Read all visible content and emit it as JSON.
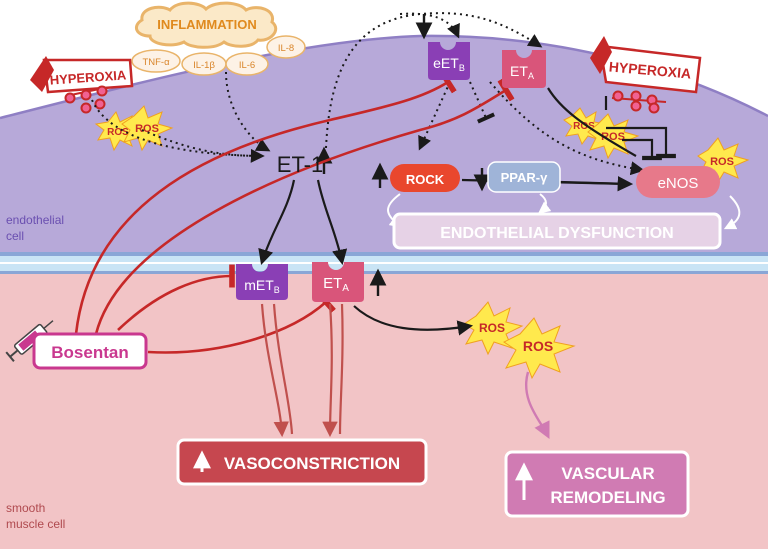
{
  "regions": {
    "endothelial": "endothelial\ncell",
    "smooth_muscle": "smooth\nmuscle cell"
  },
  "stimuli": {
    "inflammation": "INFLAMMATION",
    "cytokines": [
      "TNF-α",
      "IL-1β",
      "IL-6",
      "IL-8"
    ],
    "hyperoxia_left": "HYPEROXIA",
    "hyperoxia_right": "HYPEROXIA",
    "ros": "ROS"
  },
  "mediators": {
    "et1": "ET-1",
    "eetb_main": "eET",
    "eetb_sub": "B",
    "eta_top_main": "ET",
    "eta_top_sub": "A",
    "metb_main": "mET",
    "metb_sub": "B",
    "eta_bottom_main": "ET",
    "eta_bottom_sub": "A",
    "rock": "ROCK",
    "ppar": "PPAR-γ",
    "enos": "eNOS"
  },
  "drug": {
    "name": "Bosentan"
  },
  "outcomes": {
    "endothelial_dysfunction": "ENDOTHELIAL DYSFUNCTION",
    "vasoconstriction": "VASOCONSTRICTION",
    "vascular_remodeling_1": "VASCULAR",
    "vascular_remodeling_2": "REMODELING"
  },
  "colors": {
    "endothelium": "#b7a9d9",
    "smooth_muscle": "#f2c4c6",
    "membrane": "#c9e4f5",
    "receptor_purple": "#8a3fb5",
    "receptor_pink": "#d9557a",
    "inhibition_red": "#c62828",
    "rock_red": "#e9472d",
    "ppar_blue": "#9fb4d8",
    "enos_pink": "#e7798a",
    "ros_yellow": "#ffe94d",
    "bosentan_border": "#c9388f",
    "vasoconstriction_bg": "#c6474f",
    "remodeling_bg": "#d07bb3"
  }
}
